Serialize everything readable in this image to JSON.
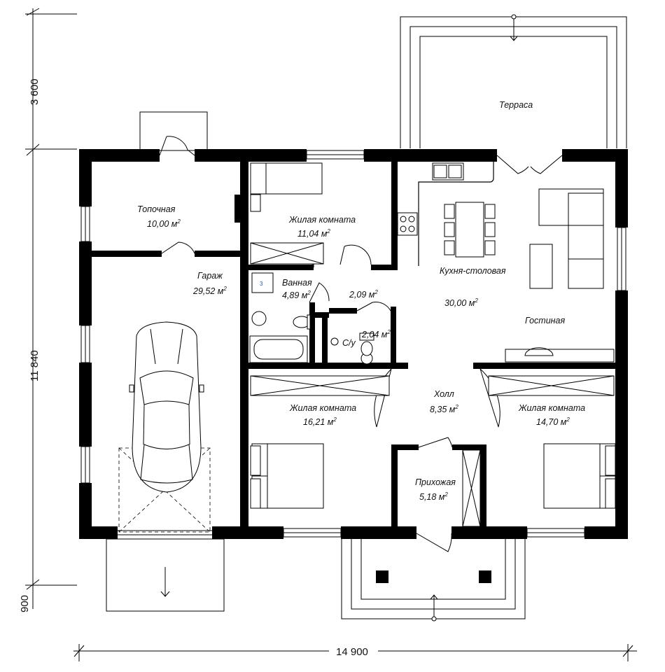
{
  "plan": {
    "dimensions": {
      "top_depth": "3 600",
      "height": "11 840",
      "bottom_depth": "900",
      "width": "14 900"
    },
    "rooms": [
      {
        "name": "Терраса",
        "area": ""
      },
      {
        "name": "Топочная",
        "area": "10,00 м",
        "unit_sup": "2"
      },
      {
        "name": "Гараж",
        "area": "29,52 м",
        "unit_sup": "2"
      },
      {
        "name": "Жилая комната",
        "area": "11,04 м",
        "unit_sup": "2"
      },
      {
        "name": "Ванная",
        "area": "4,89 м",
        "unit_sup": "2"
      },
      {
        "name": "",
        "area": "2,09 м",
        "unit_sup": "2"
      },
      {
        "name": "С/у",
        "area": "2,04 м",
        "unit_sup": "2"
      },
      {
        "name": "Кухня-столовая",
        "area": "30,00 м",
        "unit_sup": "2"
      },
      {
        "name": "Гостиная",
        "area": ""
      },
      {
        "name": "Жилая комната",
        "area": "16,21 м",
        "unit_sup": "2"
      },
      {
        "name": "Холл",
        "area": "8,35 м",
        "unit_sup": "2"
      },
      {
        "name": "Жилая комната",
        "area": "14,70 м",
        "unit_sup": "2"
      },
      {
        "name": "Прихожая",
        "area": "5,18 м",
        "unit_sup": "2"
      }
    ],
    "boiler_mark": "3"
  }
}
